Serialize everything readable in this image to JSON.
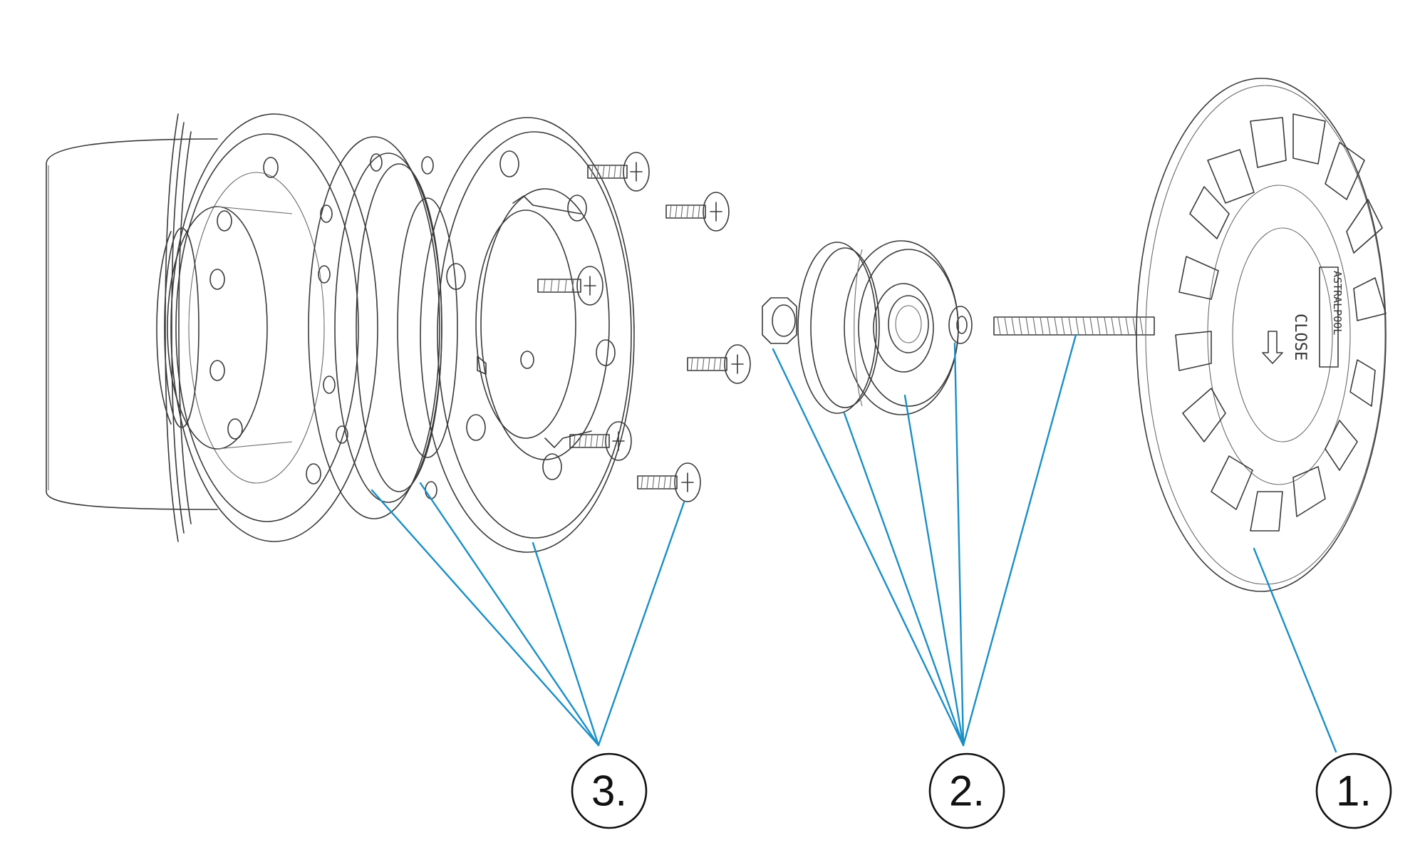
{
  "callouts": [
    {
      "id": "1",
      "label": "1."
    },
    {
      "id": "2",
      "label": "2."
    },
    {
      "id": "3",
      "label": "3."
    }
  ],
  "cover_markings": {
    "text_line1": "CLOSE",
    "text_line2": "ASTRALPOOL"
  },
  "colors": {
    "leader_line": "#1a8fc6",
    "outline": "#3a3a3a"
  }
}
